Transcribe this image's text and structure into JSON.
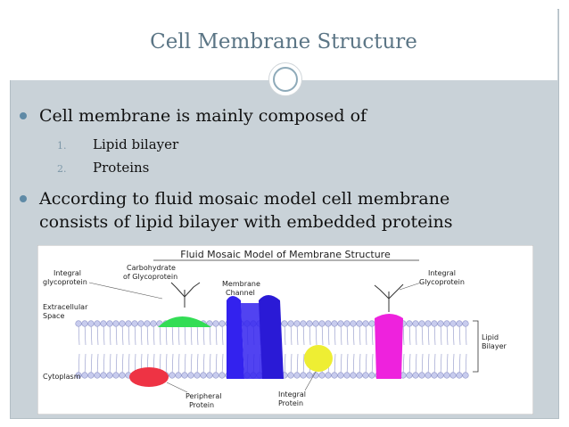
{
  "slide": {
    "title": "Cell Membrane Structure",
    "bullets": [
      {
        "text": "Cell membrane is mainly composed of"
      },
      {
        "text": "According to fluid mosaic model cell membrane consists of lipid bilayer  with embedded proteins"
      }
    ],
    "sub_items": [
      {
        "num": "1.",
        "text": "Lipid bilayer"
      },
      {
        "num": "2.",
        "text": "Proteins"
      }
    ]
  },
  "figure": {
    "title": "Fluid Mosaic Model of Membrane Structure",
    "labels": {
      "integral_glycoprotein_left_1": "Integral",
      "integral_glycoprotein_left_2": "glycoprotein",
      "carbohydrate_1": "Carbohydrate",
      "carbohydrate_2": "of Glycoprotein",
      "membrane_channel_1": "Membrane",
      "membrane_channel_2": "Channel",
      "integral_glycoprotein_right_1": "Integral",
      "integral_glycoprotein_right_2": "Glycoprotein",
      "extracellular_1": "Extracellular",
      "extracellular_2": "Space",
      "lipid_bilayer_1": "Lipid",
      "lipid_bilayer_2": "Bilayer",
      "cytoplasm": "Cytoplasm",
      "peripheral_protein_1": "Peripheral",
      "peripheral_protein_2": "Protein",
      "integral_protein_1": "Integral",
      "integral_protein_2": "Protein"
    },
    "colors": {
      "glycoprotein_left": "#33dd55",
      "channel": "#3322ee",
      "glycoprotein_right": "#ee22dd",
      "peripheral_protein": "#ee3344",
      "integral_protein": "#eeee33",
      "lipid_heads": "#c8ccee"
    }
  }
}
